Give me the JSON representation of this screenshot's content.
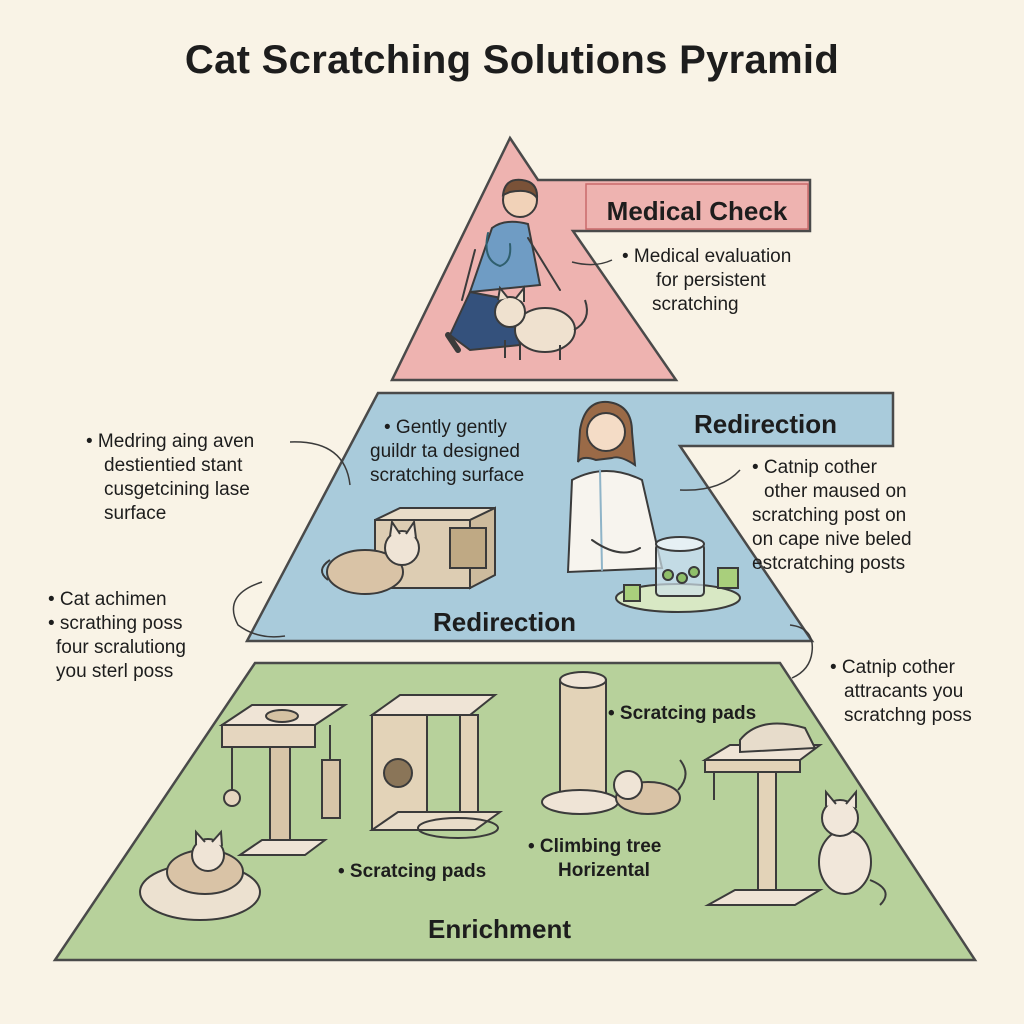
{
  "title": "Cat Scratching Solutions Pyramid",
  "tiers": {
    "medical": {
      "label": "Medical Check",
      "note": [
        "• Medical evaluation",
        "for persistent",
        "scratching"
      ]
    },
    "redirection": {
      "label_top": "Redirection",
      "label_bottom": "Redirection",
      "note_inner": [
        "• Gently gently",
        "guildr ta designed",
        "scratching surface"
      ],
      "note_left": [
        "• Medring aing aven",
        "destientied stant",
        "cusgetcining lase",
        "surface"
      ],
      "note_right": [
        "• Catnip cother",
        "other maused on",
        "scratching post on",
        "on cape nive beled",
        "estcratching posts"
      ]
    },
    "enrichment": {
      "label": "Enrichment",
      "note_left": [
        "• Cat achimen",
        "• scrathing poss",
        "four scralutiong",
        "you sterl poss"
      ],
      "note_right": [
        "• Catnip cother",
        "attracants you",
        "scratchng poss"
      ],
      "item_pads_top": "• Scratcing pads",
      "item_pads_bottom": "• Scratcing pads",
      "item_tree": [
        "• Climbing tree",
        "Horizental"
      ]
    }
  },
  "colors": {
    "medical_fill": "#eeb3b0",
    "redirection_fill": "#a9cbdb",
    "enrichment_fill": "#b7d19b",
    "outline": "#4a4a4a",
    "background": "#f9f3e6"
  }
}
